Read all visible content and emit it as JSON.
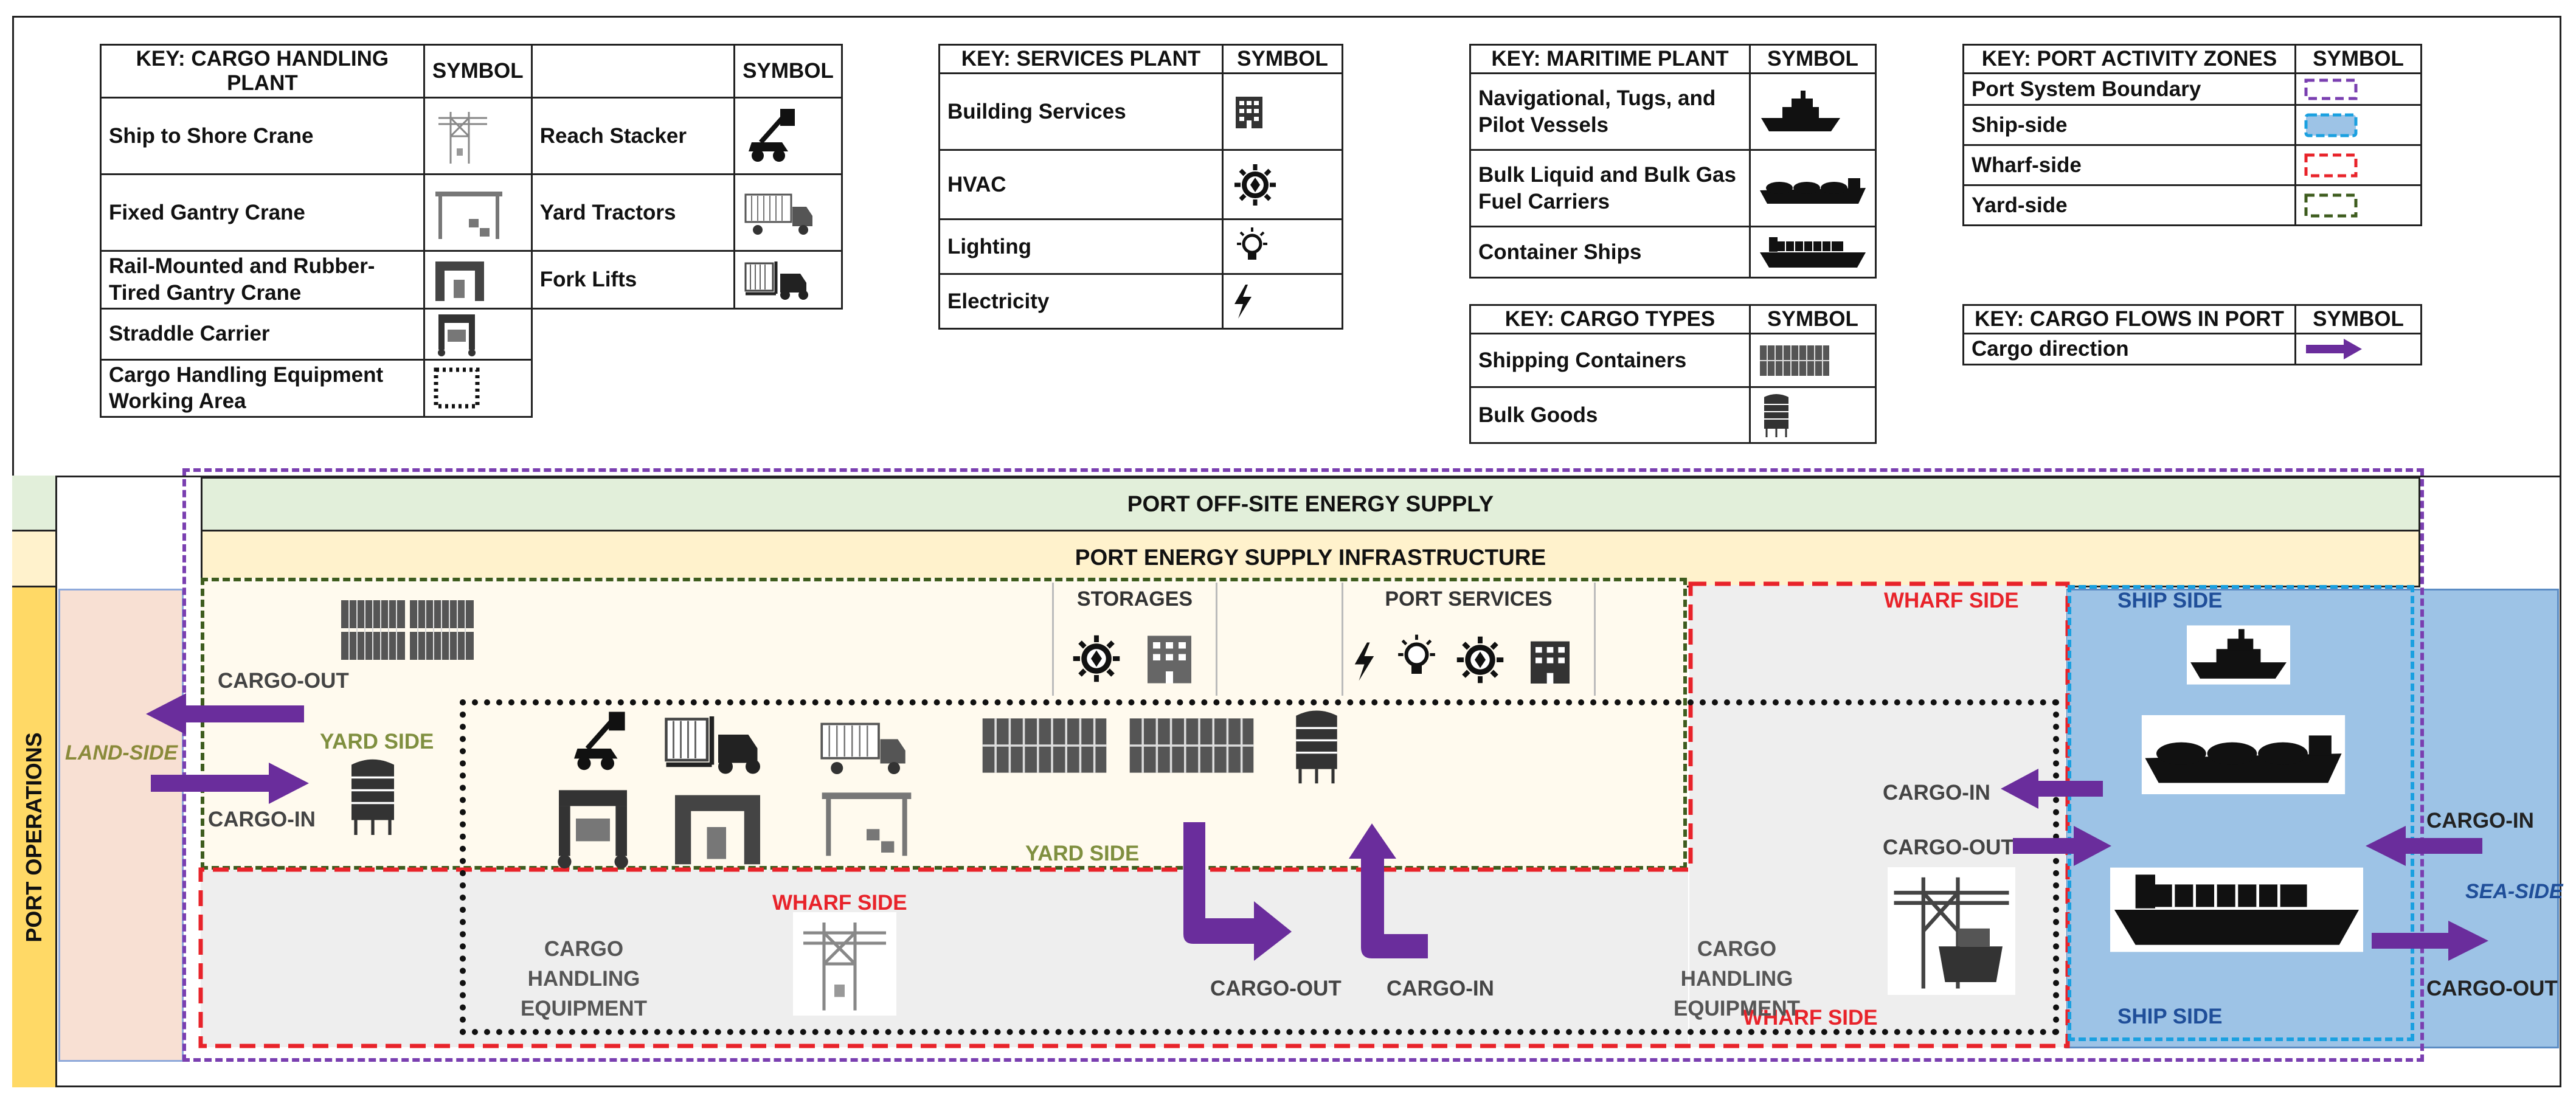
{
  "keys": {
    "cargo_handling": {
      "header_left": "KEY: CARGO HANDLING PLANT",
      "header_symbol": "SYMBOL",
      "header_symbol2": "SYMBOL",
      "rows_left": [
        "Ship to Shore Crane",
        "Fixed Gantry Crane",
        "Rail-Mounted and Rubber-Tired Gantry Crane",
        "Straddle Carrier",
        "Cargo Handling Equipment Working Area"
      ],
      "rows_right": [
        "Reach Stacker",
        "Yard Tractors",
        "Fork Lifts"
      ],
      "icons_left": [
        "sts-crane-icon",
        "gantry-crane-icon",
        "rtg-crane-icon",
        "straddle-carrier-icon",
        "dotted-area-icon"
      ],
      "icons_right": [
        "reach-stacker-icon",
        "yard-tractor-icon",
        "fork-lift-icon"
      ]
    },
    "services": {
      "header": "KEY: SERVICES PLANT",
      "header_symbol": "SYMBOL",
      "rows": [
        "Building Services",
        "HVAC",
        "Lighting",
        "Electricity"
      ]
    },
    "maritime": {
      "header": "KEY: MARITIME PLANT",
      "header_symbol": "SYMBOL",
      "rows": [
        "Navigational, Tugs, and Pilot Vessels",
        "Bulk Liquid and Bulk Gas Fuel Carriers",
        "Container Ships"
      ]
    },
    "cargo_types": {
      "header": "KEY: CARGO TYPES",
      "header_symbol": "SYMBOL",
      "rows": [
        "Shipping Containers",
        "Bulk Goods"
      ]
    },
    "zones": {
      "header": "KEY: PORT ACTIVITY ZONES",
      "header_symbol": "SYMBOL",
      "rows": [
        "Port System Boundary",
        "Ship-side",
        "Wharf-side",
        "Yard-side"
      ]
    },
    "flows": {
      "header": "KEY: CARGO FLOWS IN PORT",
      "header_symbol": "SYMBOL",
      "rows": [
        "Cargo direction"
      ]
    }
  },
  "diagram": {
    "offsite": "PORT OFF-SITE ENERGY SUPPLY",
    "infrastructure": "PORT ENERGY SUPPLY INFRASTRUCTURE",
    "port_operations": "PORT OPERATIONS",
    "land_side": "LAND-SIDE",
    "sea_side": "SEA-SIDE",
    "yard_side_top": "YARD SIDE",
    "yard_side_bottom": "YARD SIDE",
    "wharf_side_top": "WHARF SIDE",
    "wharf_side_mid": "WHARF SIDE",
    "wharf_side_bottom": "WHARF SIDE",
    "ship_side_top": "SHIP SIDE",
    "ship_side_bottom": "SHIP SIDE",
    "storages": "STORAGES",
    "port_services": "PORT SERVICES",
    "cargo_handling_left": "CARGO HANDLING EQUIPMENT",
    "cargo_handling_right": "CARGO HANDLING EQUIPMENT",
    "cargo_out_land": "CARGO-OUT",
    "cargo_in_land": "CARGO-IN",
    "cargo_out_center": "CARGO-OUT",
    "cargo_in_center": "CARGO-IN",
    "cargo_in_wharf": "CARGO-IN",
    "cargo_out_wharf": "CARGO-OUT",
    "cargo_in_sea": "CARGO-IN",
    "cargo_out_sea": "CARGO-OUT"
  },
  "colors": {
    "purple": "#7a3fb0",
    "arrow": "#6a2d9c",
    "red": "#e8232a",
    "green": "#3e5c1e",
    "blue_dash": "#1aa0e0",
    "offsite_bg": "#e2efda",
    "infra_bg": "#fff2cc",
    "yard_bg": "#fffaee",
    "wharf_bg": "#eeeeee",
    "ship_bg": "#9dc3e6",
    "land_bg": "#f8e0d3",
    "ops_bg": "#ffd966"
  }
}
